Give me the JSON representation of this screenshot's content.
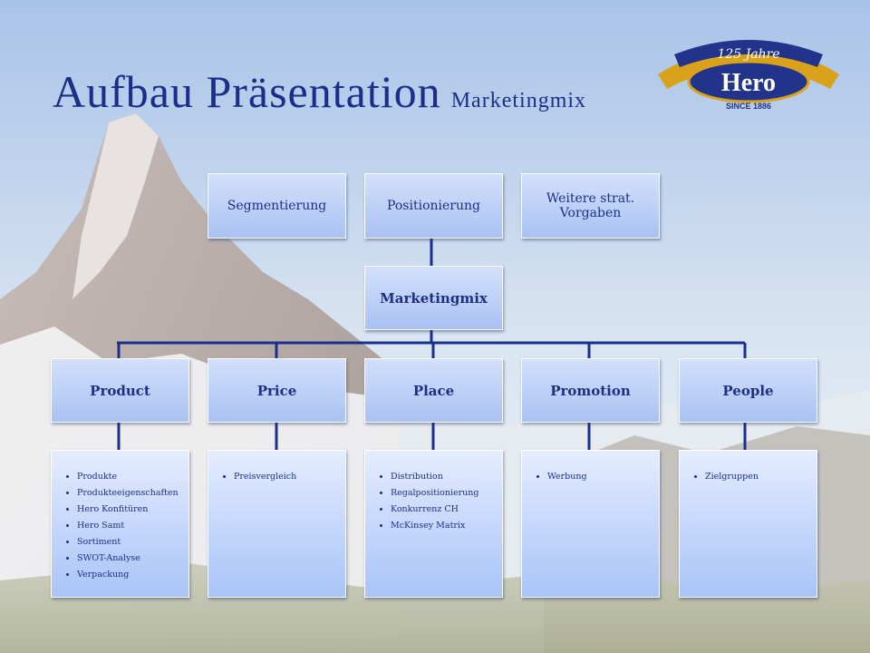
{
  "header": {
    "title": "Aufbau Präsentation",
    "subtitle": "Marketingmix"
  },
  "logo": {
    "top_text": "125 Jahre",
    "brand": "Hero",
    "since": "SINCE 1886"
  },
  "strategy": [
    "Segmentierung",
    "Positionierung",
    "Weitere strat. Vorgaben"
  ],
  "center": "Marketingmix",
  "columns": [
    {
      "title": "Product",
      "items": [
        "Produkte",
        "Produkteeigenschaften",
        "Hero Konfitüren",
        "Hero Samt",
        "Sortiment",
        "SWOT-Analyse",
        "Verpackung"
      ]
    },
    {
      "title": "Price",
      "items": [
        "Preisvergleich"
      ]
    },
    {
      "title": "Place",
      "items": [
        "Distribution",
        "Regalpositionierung",
        "Konkurrenz CH",
        "McKinsey Matrix"
      ]
    },
    {
      "title": "Promotion",
      "items": [
        "Werbung"
      ]
    },
    {
      "title": "People",
      "items": [
        "Zielgruppen"
      ]
    }
  ],
  "colors": {
    "title": "#1b2f8a",
    "connector": "#1a2f8c",
    "box_top": "#d3e0fb",
    "box_bottom": "#a9c2f3"
  }
}
